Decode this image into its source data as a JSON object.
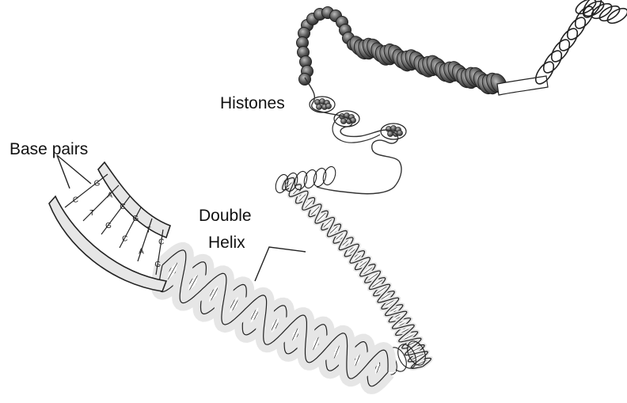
{
  "labels": {
    "histones": "Histones",
    "base_pairs": "Base pairs",
    "double_helix_line1": "Double",
    "double_helix_line2": "Helix"
  },
  "base_letters": [
    "C",
    "G",
    "T",
    "A",
    "G",
    "C",
    "C",
    "G",
    "A",
    "T",
    "G",
    "C"
  ],
  "colors": {
    "ink": "#222222",
    "histone_fill": "#555555",
    "strand_fill": "#e6e6e6",
    "background": "#ffffff"
  }
}
